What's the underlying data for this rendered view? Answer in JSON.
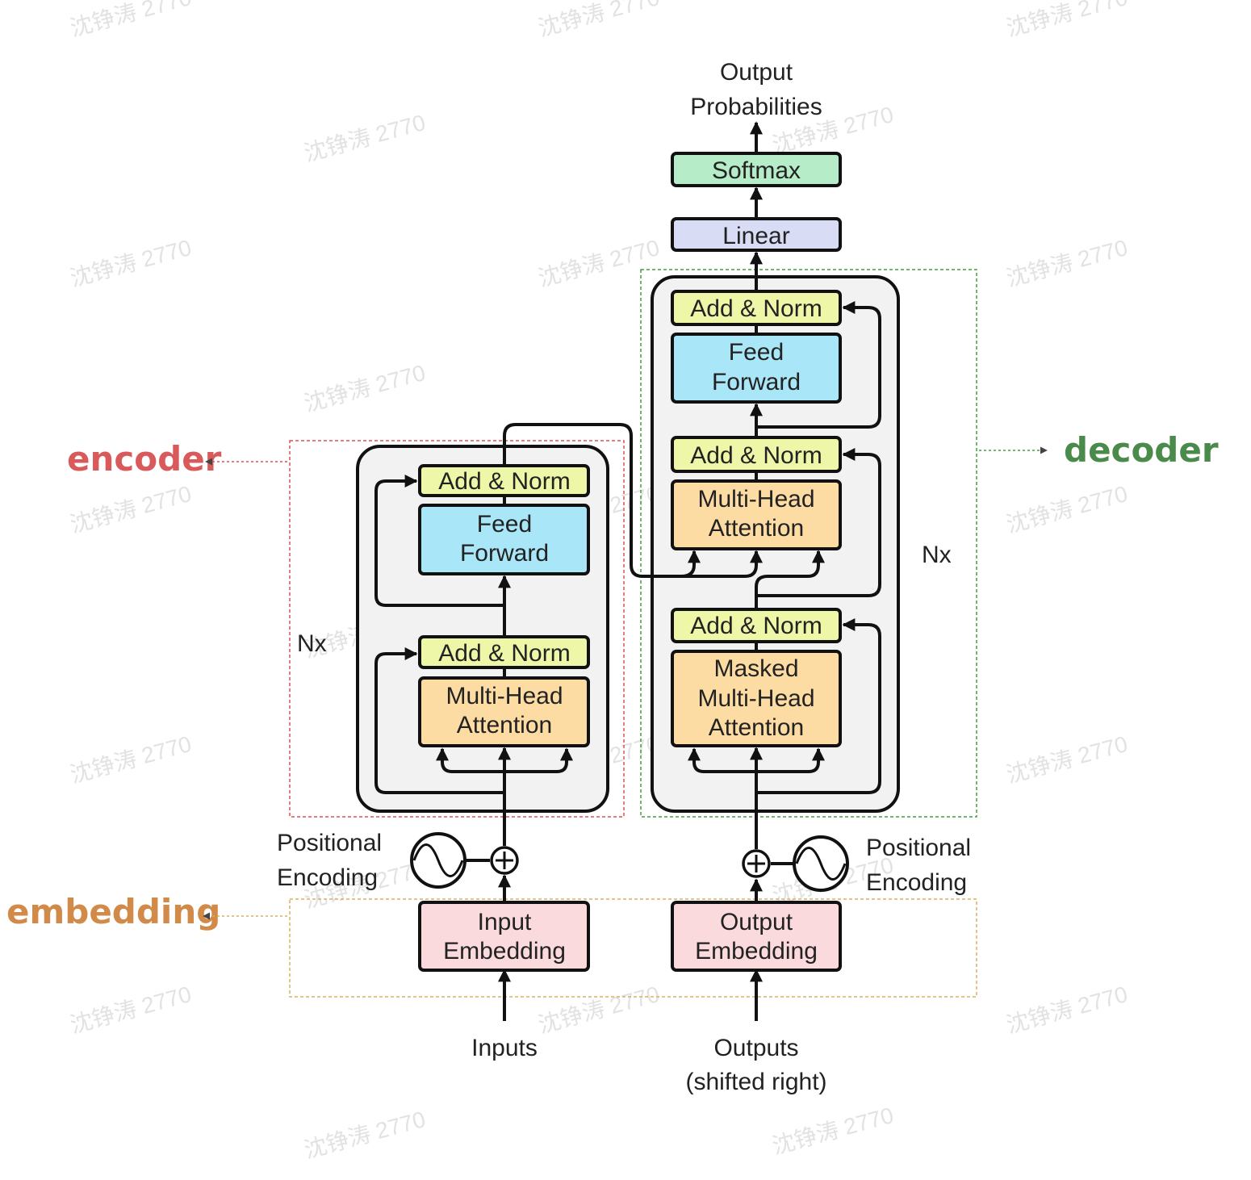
{
  "watermark": "沈铮涛 2770",
  "colors": {
    "add_norm": "#eef6a8",
    "feed_forward": "#a8e6f8",
    "attention": "#fddca4",
    "embedding": "#fbdadd",
    "linear": "#d8dcf4",
    "softmax": "#b6ecc8",
    "stack_bg": "#f2f2f2",
    "encoder": "#d95a5a",
    "decoder": "#4a8a4a",
    "embedding_label": "#d18a48"
  },
  "labels": {
    "output_prob_line1": "Output",
    "output_prob_line2": "Probabilities",
    "softmax": "Softmax",
    "linear": "Linear",
    "add_norm": "Add & Norm",
    "feed_line1": "Feed",
    "feed_line2": "Forward",
    "mha_line1": "Multi-Head",
    "mha_line2": "Attention",
    "masked": "Masked",
    "nx": "Nx",
    "pos_line1": "Positional",
    "pos_line2": "Encoding",
    "input_emb_line1": "Input",
    "emb_line2": "Embedding",
    "output_emb_line1": "Output",
    "inputs": "Inputs",
    "outputs_line1": "Outputs",
    "outputs_line2": "(shifted right)"
  },
  "sections": {
    "encoder": "encoder",
    "decoder": "decoder",
    "embedding": "embedding"
  }
}
